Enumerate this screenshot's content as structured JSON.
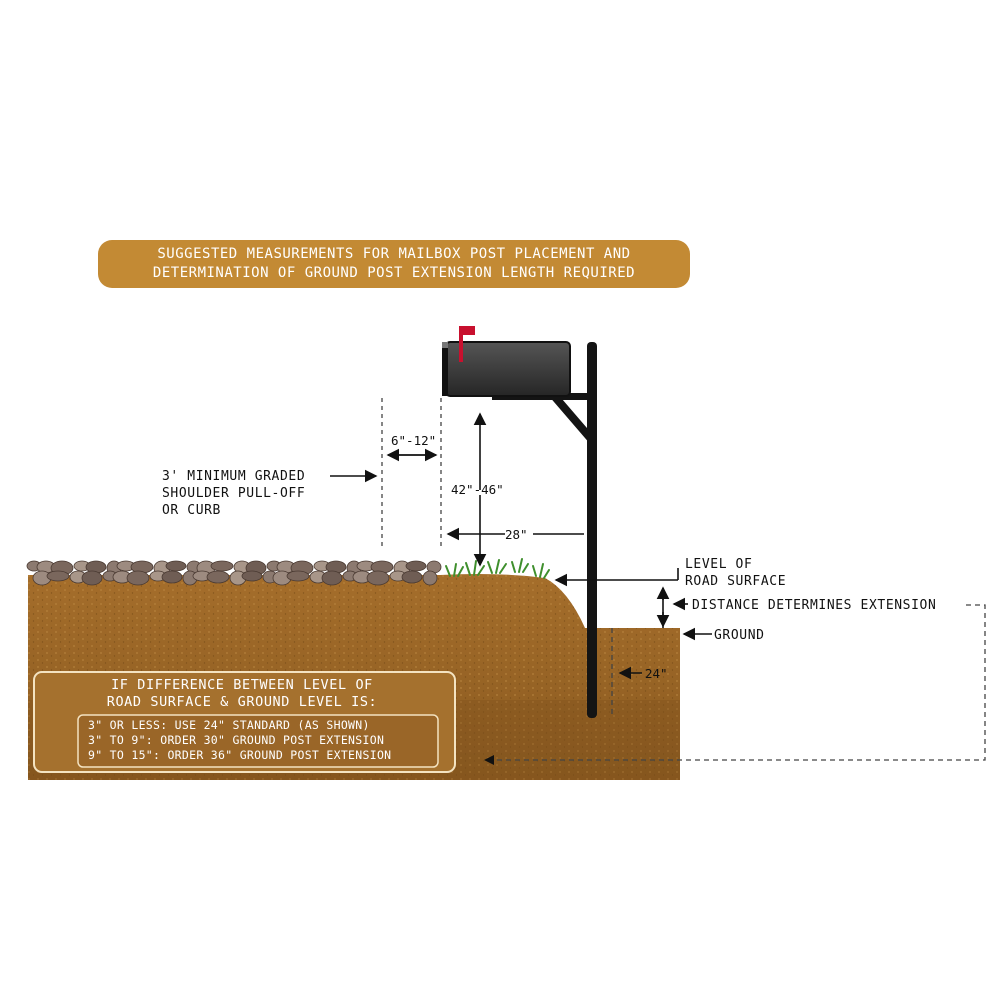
{
  "title": {
    "line1": "SUGGESTED MEASUREMENTS FOR MAILBOX POST PLACEMENT AND",
    "line2": "DETERMINATION OF GROUND POST EXTENSION LENGTH REQUIRED"
  },
  "labels": {
    "shoulder_line1": "3' MINIMUM GRADED",
    "shoulder_line2": "SHOULDER PULL-OFF",
    "shoulder_line3": "OR CURB",
    "road_level_line1": "LEVEL OF",
    "road_level_line2": "ROAD SURFACE",
    "distance": "DISTANCE DETERMINES EXTENSION",
    "ground": "GROUND"
  },
  "dimensions": {
    "setback": "6\"-12\"",
    "height": "42\"-46\"",
    "offset": "28\"",
    "depth": "24\""
  },
  "info": {
    "title_line1": "IF DIFFERENCE BETWEEN LEVEL OF",
    "title_line2": "ROAD SURFACE & GROUND LEVEL IS:",
    "rules": [
      "3\" OR LESS: USE 24\" STANDARD (AS SHOWN)",
      "3\" TO 9\": ORDER 30\" GROUND POST EXTENSION",
      "9\" TO 15\": ORDER 36\" GROUND POST EXTENSION"
    ]
  },
  "colors": {
    "banner": "#c38a34",
    "soil": "#9a6626",
    "soil_dark": "#7d511c",
    "post": "#141414",
    "mailbox": "#3a3a3a",
    "flag": "#c8102e",
    "grass": "#3f8f2d",
    "stone": "#8c7a70"
  }
}
